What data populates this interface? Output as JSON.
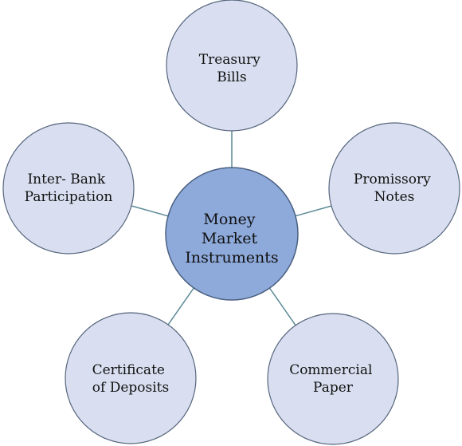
{
  "center": {
    "lines": [
      "Money",
      "Market",
      "Instruments"
    ]
  },
  "nodes": [
    {
      "lines": [
        "Treasury",
        "Bills"
      ]
    },
    {
      "lines": [
        "Promissory",
        "Notes"
      ]
    },
    {
      "lines": [
        "Commercial",
        "Paper"
      ]
    },
    {
      "lines": [
        "Certificate",
        "of Deposits"
      ]
    },
    {
      "lines": [
        "Inter- Bank",
        "Participation"
      ]
    }
  ],
  "colors": {
    "center_fill": "#8eaadb",
    "center_stroke": "#4a6080",
    "node_fill": "#d9dff0",
    "node_stroke": "#55657c",
    "connector": "#5c8a96",
    "text": "#111111"
  }
}
